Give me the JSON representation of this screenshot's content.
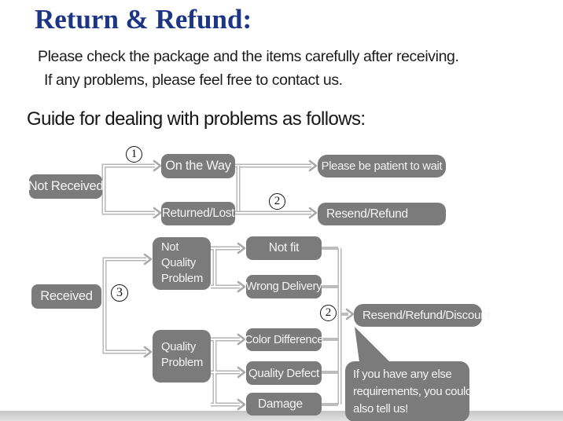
{
  "header": {
    "title": "Return & Refund:",
    "subtitle_lines": [
      "Please check the package and the items carefully after receiving.",
      "If any problems, please feel free to contact us."
    ],
    "section_heading": "Guide for dealing with problems as follows:"
  },
  "colors": {
    "title_navy": "#1d3585",
    "node_fill": "#7b7b7b",
    "node_text": "#f5f5f5",
    "connector_gray": "#b6b6b6"
  },
  "flowchart": {
    "markers": {
      "step1": "1",
      "step2": "2",
      "step3": "3"
    },
    "nodes": {
      "not_received": "Not Received",
      "on_the_way": "On the Way",
      "returned_lost": "Returned/Lost",
      "be_patient": "Please be patient to wait",
      "resend_refund": "Resend/Refund",
      "received": "Received",
      "not_quality_problem_lines": [
        "Not",
        "Quality",
        "Problem"
      ],
      "not_fit": "Not fit",
      "wrong_delivery": "Wrong Delivery",
      "quality_problem_lines": [
        "Quality",
        "Problem"
      ],
      "color_difference": "Color Difference",
      "quality_defect": "Quality Defect",
      "damage": "Damage",
      "resend_refund_discount": "Resend/Refund/Discount"
    },
    "bubble_lines": [
      "If you have any else",
      "requirements, you could",
      "also tell us!"
    ]
  }
}
